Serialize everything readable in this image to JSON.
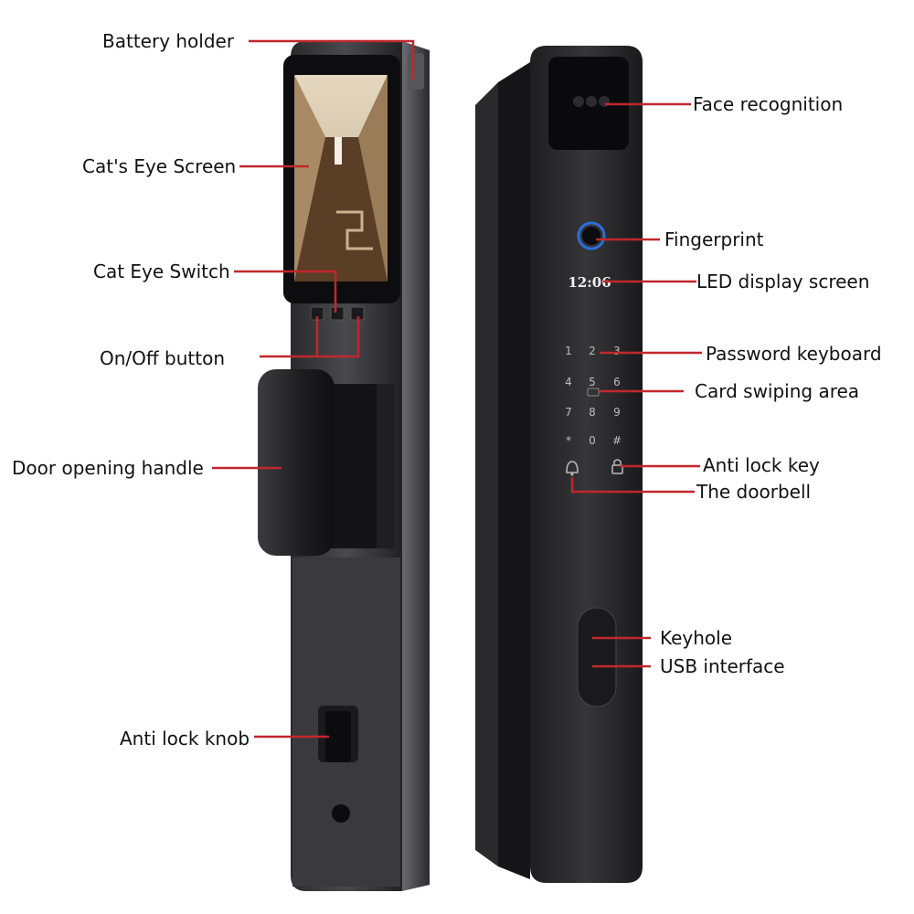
{
  "accent_color": "#c0272d",
  "lock": {
    "display_time": "12:06",
    "keypad_keys": [
      "1",
      "2",
      "3",
      "4",
      "5",
      "6",
      "7",
      "8",
      "9",
      "*",
      "0",
      "#"
    ]
  },
  "labels": {
    "battery_holder": "Battery holder",
    "cats_eye_screen": "Cat's Eye Screen",
    "cat_eye_switch": "Cat Eye Switch",
    "on_off_button": "On/Off button",
    "door_opening_handle": "Door opening handle",
    "anti_lock_knob": "Anti lock knob",
    "face_recognition": "Face recognition",
    "fingerprint": "Fingerprint",
    "led_display_screen": "LED display screen",
    "password_keyboard": "Password keyboard",
    "card_swiping_area": "Card swiping area",
    "anti_lock_key": "Anti lock key",
    "the_doorbell": "The doorbell",
    "keyhole": "Keyhole",
    "usb_interface": "USB interface"
  }
}
